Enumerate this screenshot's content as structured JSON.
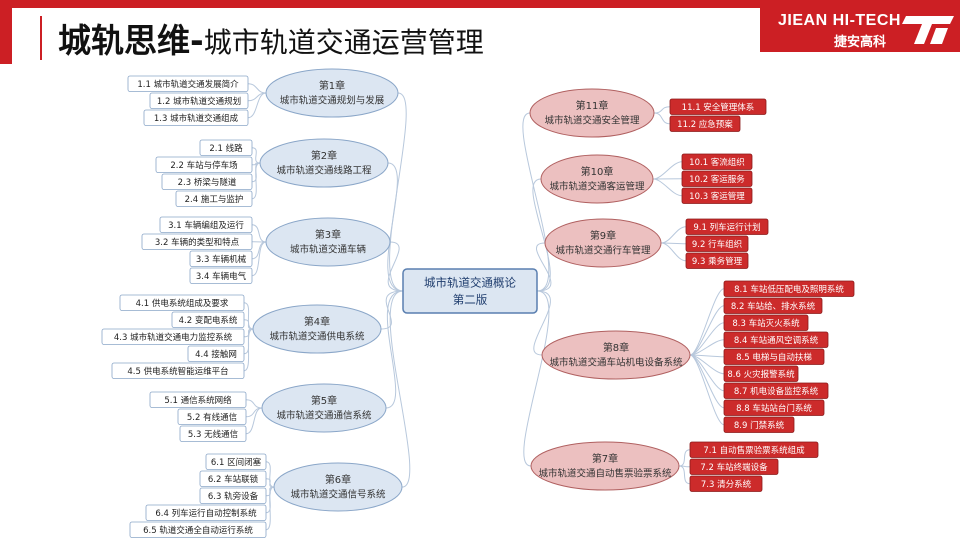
{
  "header": {
    "title_bold": "城轨思维",
    "title_sep": "-",
    "title_rest": "城市轨道交通运营管理",
    "brand_en": "JIEAN HI-TECH",
    "brand_cn": "捷安高科"
  },
  "colors": {
    "accent_red": "#cc1f24",
    "left_bubble_fill": "#dce6f2",
    "right_bubble_fill": "#ecc0c0",
    "left_leaf_fill": "#ffffff",
    "right_leaf_fill": "#cc2b2b",
    "connector": "#b8c8dc"
  },
  "center": {
    "line1": "城市轨道交通概论",
    "line2": "第二版"
  },
  "left_chapters": [
    {
      "no": "第1章",
      "title": "城市轨道交通规划与发展",
      "items": [
        "1.1 城市轨道交通发展简介",
        "1.2 城市轨道交通规划",
        "1.3 城市轨道交通组成"
      ]
    },
    {
      "no": "第2章",
      "title": "城市轨道交通线路工程",
      "items": [
        "2.1 线路",
        "2.2 车站与停车场",
        "2.3 桥梁与隧道",
        "2.4 施工与监护"
      ]
    },
    {
      "no": "第3章",
      "title": "城市轨道交通车辆",
      "items": [
        "3.1 车辆编组及运行",
        "3.2 车辆的类型和特点",
        "3.3 车辆机械",
        "3.4 车辆电气"
      ]
    },
    {
      "no": "第4章",
      "title": "城市轨道交通供电系统",
      "items": [
        "4.1 供电系统组成及要求",
        "4.2 变配电系统",
        "4.3 城市轨道交通电力监控系统",
        "4.4 接触网",
        "4.5 供电系统智能运维平台"
      ]
    },
    {
      "no": "第5章",
      "title": "城市轨道交通通信系统",
      "items": [
        "5.1 通信系统网络",
        "5.2 有线通信",
        "5.3 无线通信"
      ]
    },
    {
      "no": "第6章",
      "title": "城市轨道交通信号系统",
      "items": [
        "6.1 区间闭塞",
        "6.2 车站联锁",
        "6.3 轨旁设备",
        "6.4 列车运行自动控制系统",
        "6.5 轨道交通全自动运行系统"
      ]
    }
  ],
  "right_chapters": [
    {
      "no": "第11章",
      "title": "城市轨道交通安全管理",
      "items": [
        "11.1 安全管理体系",
        "11.2 应急预案"
      ]
    },
    {
      "no": "第10章",
      "title": "城市轨道交通客运管理",
      "items": [
        "10.1 客流组织",
        "10.2 客运服务",
        "10.3 客运管理"
      ]
    },
    {
      "no": "第9章",
      "title": "城市轨道交通行车管理",
      "items": [
        "9.1 列车运行计划",
        "9.2 行车组织",
        "9.3 乘务管理"
      ]
    },
    {
      "no": "第8章",
      "title": "城市轨道交通车站机电设备系统",
      "items": [
        "8.1 车站低压配电及照明系统",
        "8.2 车站给、排水系统",
        "8.3 车站灭火系统",
        "8.4 车站通风空调系统",
        "8.5 电梯与自动扶梯",
        "8.6 火灾报警系统",
        "8.7 机电设备监控系统",
        "8.8 车站站台门系统",
        "8.9 门禁系统"
      ]
    },
    {
      "no": "第7章",
      "title": "城市轨道交通自动售票验票系统",
      "items": [
        "7.1 自动售票验票系统组成",
        "7.2 车站终端设备",
        "7.3 清分系统"
      ]
    }
  ]
}
